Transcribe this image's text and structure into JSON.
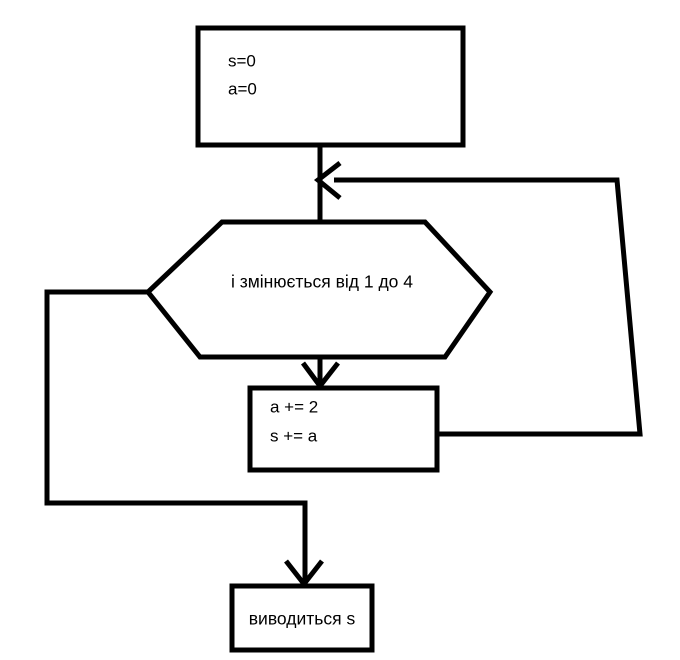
{
  "diagram": {
    "title": "flowchart",
    "colors": {
      "stroke": "#000000",
      "fill": "#ffffff",
      "background": "#ffffff"
    },
    "nodes": {
      "init": {
        "type": "process",
        "line1": "s=0",
        "line2": "a=0"
      },
      "loop": {
        "type": "preparation-hexagon",
        "label": "і змінюється від 1 до 4"
      },
      "body": {
        "type": "process",
        "line1": "a +=  2",
        "line2": "s += a"
      },
      "output": {
        "type": "process",
        "label": "виводиться s"
      }
    },
    "edges": [
      {
        "name": "init-to-loop",
        "label": ""
      },
      {
        "name": "loop-to-body",
        "label": ""
      },
      {
        "name": "body-feedback-to-loop",
        "label": ""
      },
      {
        "name": "loop-exit-to-output",
        "label": ""
      }
    ]
  }
}
